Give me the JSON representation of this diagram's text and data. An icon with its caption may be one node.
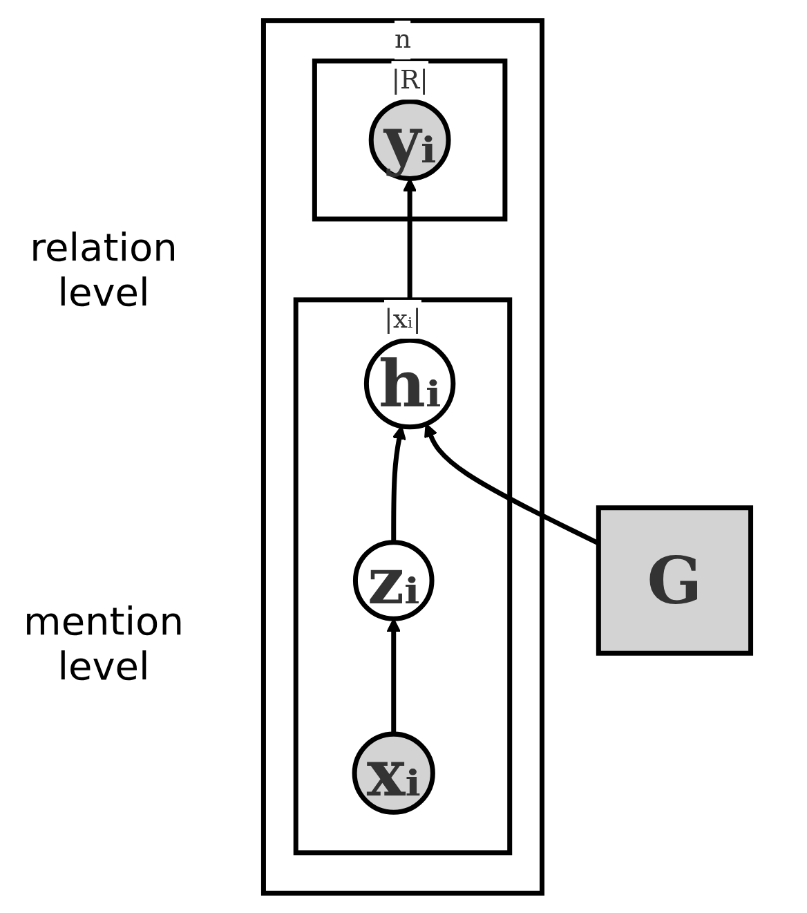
{
  "diagram": {
    "nodes": [
      {
        "text": [
          "n"
        ]
      },
      {
        "text": [
          "|R|"
        ],
        "in": 0
      },
      {
        "text": [
          "yᵢ"
        ],
        "in": 1
      },
      {
        "text": [
          "|xᵢ|"
        ],
        "in": 0
      },
      {
        "text": [
          "hᵢ"
        ],
        "in": 3
      },
      {
        "text": [
          "zᵢ"
        ],
        "in": 3
      },
      {
        "text": [
          "xᵢ"
        ],
        "in": 3
      },
      {
        "text": [
          "G"
        ]
      }
    ],
    "edges": [
      {
        "from": 4,
        "to": 2,
        "arrow": "to"
      },
      {
        "from": 5,
        "to": 4,
        "arrow": "to"
      },
      {
        "from": 6,
        "to": 5,
        "arrow": "to"
      },
      {
        "from": 7,
        "to": 4,
        "arrow": "to"
      }
    ],
    "labels": [
      "relation level",
      "mention level"
    ]
  }
}
